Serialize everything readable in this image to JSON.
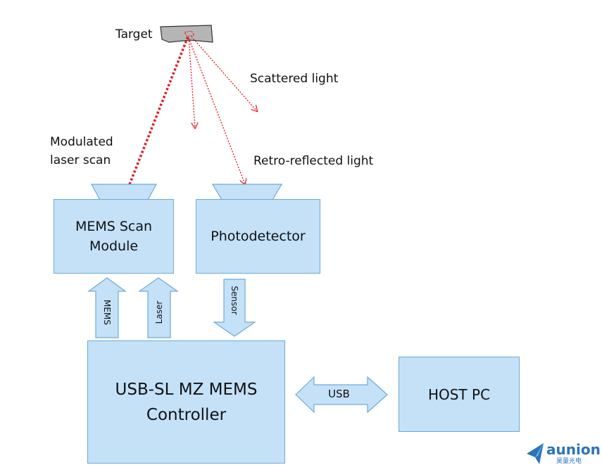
{
  "labels": {
    "target": "Target",
    "scattered": "Scattered light",
    "modulated_line1": "Modulated",
    "modulated_line2": "laser scan",
    "retro": "Retro-reflected light"
  },
  "boxes": {
    "mems_scan_line1": "MEMS Scan",
    "mems_scan_line2": "Module",
    "photodetector": "Photodetector",
    "controller_line1": "USB-SL MZ MEMS",
    "controller_line2": "Controller",
    "host_pc": "HOST PC"
  },
  "arrows": {
    "mems": "MEMS",
    "laser": "Laser",
    "sensor": "Sensor",
    "usb": "USB"
  },
  "logo": {
    "name": "aunion",
    "subtitle": "昊量光电"
  },
  "colors": {
    "box_fill": "#c4e1f8",
    "box_stroke": "#6fa9d6",
    "beam": "#e8141c",
    "logo": "#2a74b8"
  }
}
